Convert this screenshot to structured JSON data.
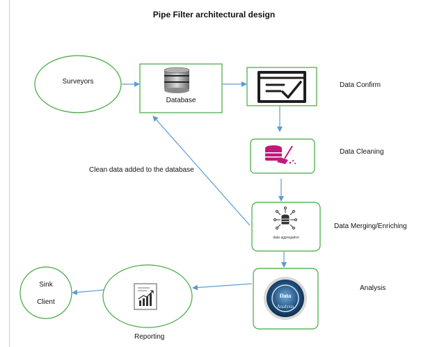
{
  "title": "Pipe Filter architectural design",
  "nodes": {
    "surveyors": "Surveyors",
    "database": "Database",
    "data_confirm": "Data Confirm",
    "data_cleaning": "Data Cleaning",
    "data_merging": "Data Merging/Enriching",
    "data_aggregation_caption": "data aggregation",
    "analysis": "Analysis",
    "analysis_badge_top": "Data",
    "analysis_badge_bottom": "Analysis",
    "reporting": "Reporting",
    "sink": "Sink",
    "client": "Client"
  },
  "edges": {
    "feedback_label": "Clean data added to the database"
  },
  "colors": {
    "box_border": "#3fa83f",
    "arrow": "#5b9bd5",
    "icon_dark": "#1e1e1e",
    "cleaning_pink": "#c2187a",
    "badge_blue": "#1f4e79"
  }
}
